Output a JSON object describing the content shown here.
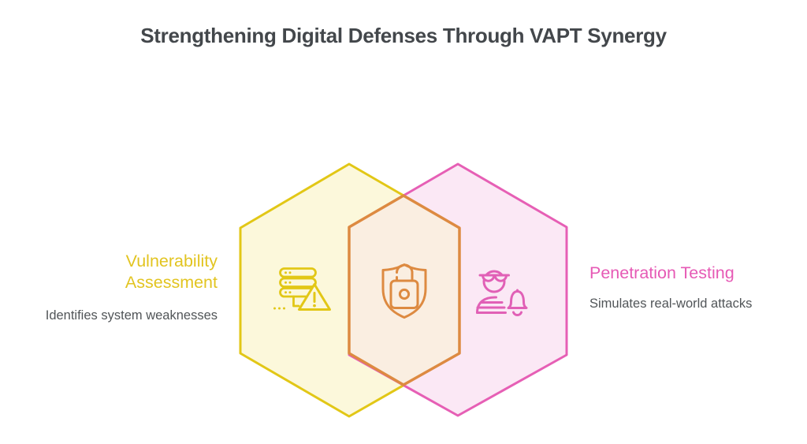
{
  "title": "Strengthening Digital Defenses Through VAPT Synergy",
  "venn": {
    "left": {
      "heading": "Vulnerability Assessment",
      "description": "Identifies system weaknesses",
      "icon": "server-alert-icon",
      "accent_color": "#e2c716",
      "fill_color": "#fcf8db"
    },
    "overlap": {
      "icon": "shield-lock-icon",
      "accent_color": "#dd8a41",
      "fill_color": "#faeee1"
    },
    "right": {
      "heading": "Penetration Testing",
      "description": "Simulates real-world attacks",
      "icon": "hacker-bell-icon",
      "accent_color": "#e65fb5",
      "fill_color": "#fbe8f5"
    }
  },
  "colors": {
    "title_text": "#43474b",
    "body_text": "#515558"
  }
}
